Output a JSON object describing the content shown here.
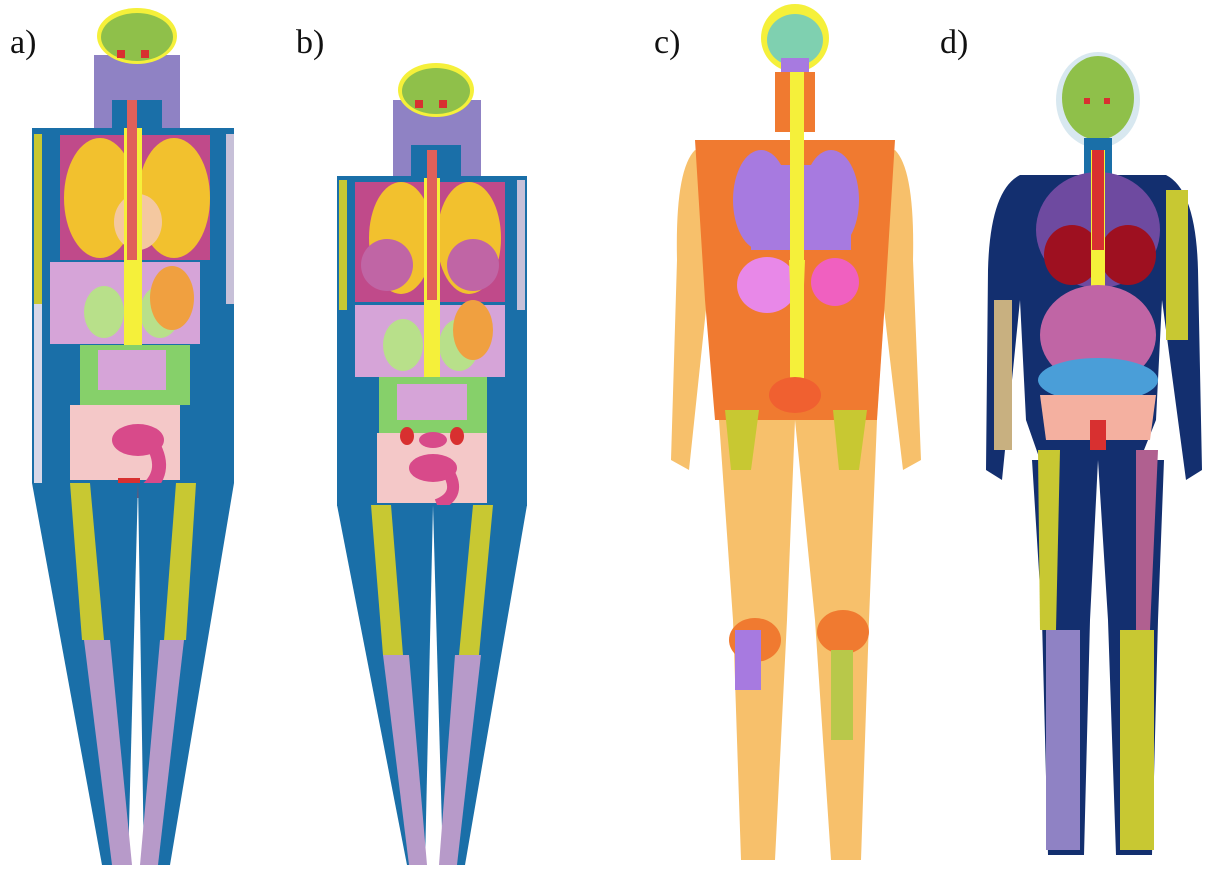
{
  "panels": [
    {
      "label": "a)",
      "kind": "stylized-phantom-male"
    },
    {
      "label": "b)",
      "kind": "stylized-phantom-female"
    },
    {
      "label": "c)",
      "kind": "voxel-phantom"
    },
    {
      "label": "d)",
      "kind": "voxel-phantom-smooth"
    }
  ],
  "colors": {
    "body_blue": "#1a6fa8",
    "body_navy": "#132f6f",
    "skin_orange": "#f7c06b",
    "lung_yellow": "#f2c12e",
    "brain_green": "#8fc04a",
    "bone_olive": "#c8c832",
    "leg_lilac": "#b79ac9",
    "stomach_pink": "#d84a8a",
    "spine_yellow": "#f5f03a",
    "organ_red": "#d83030",
    "head_lilac": "#8f82c4",
    "liver_lilac": "#c7a1d3",
    "kidney_green": "#b8e08a",
    "muscle_orange": "#f07a30",
    "heart_red": "#9e1020",
    "lung_purple": "#a77ae0"
  }
}
